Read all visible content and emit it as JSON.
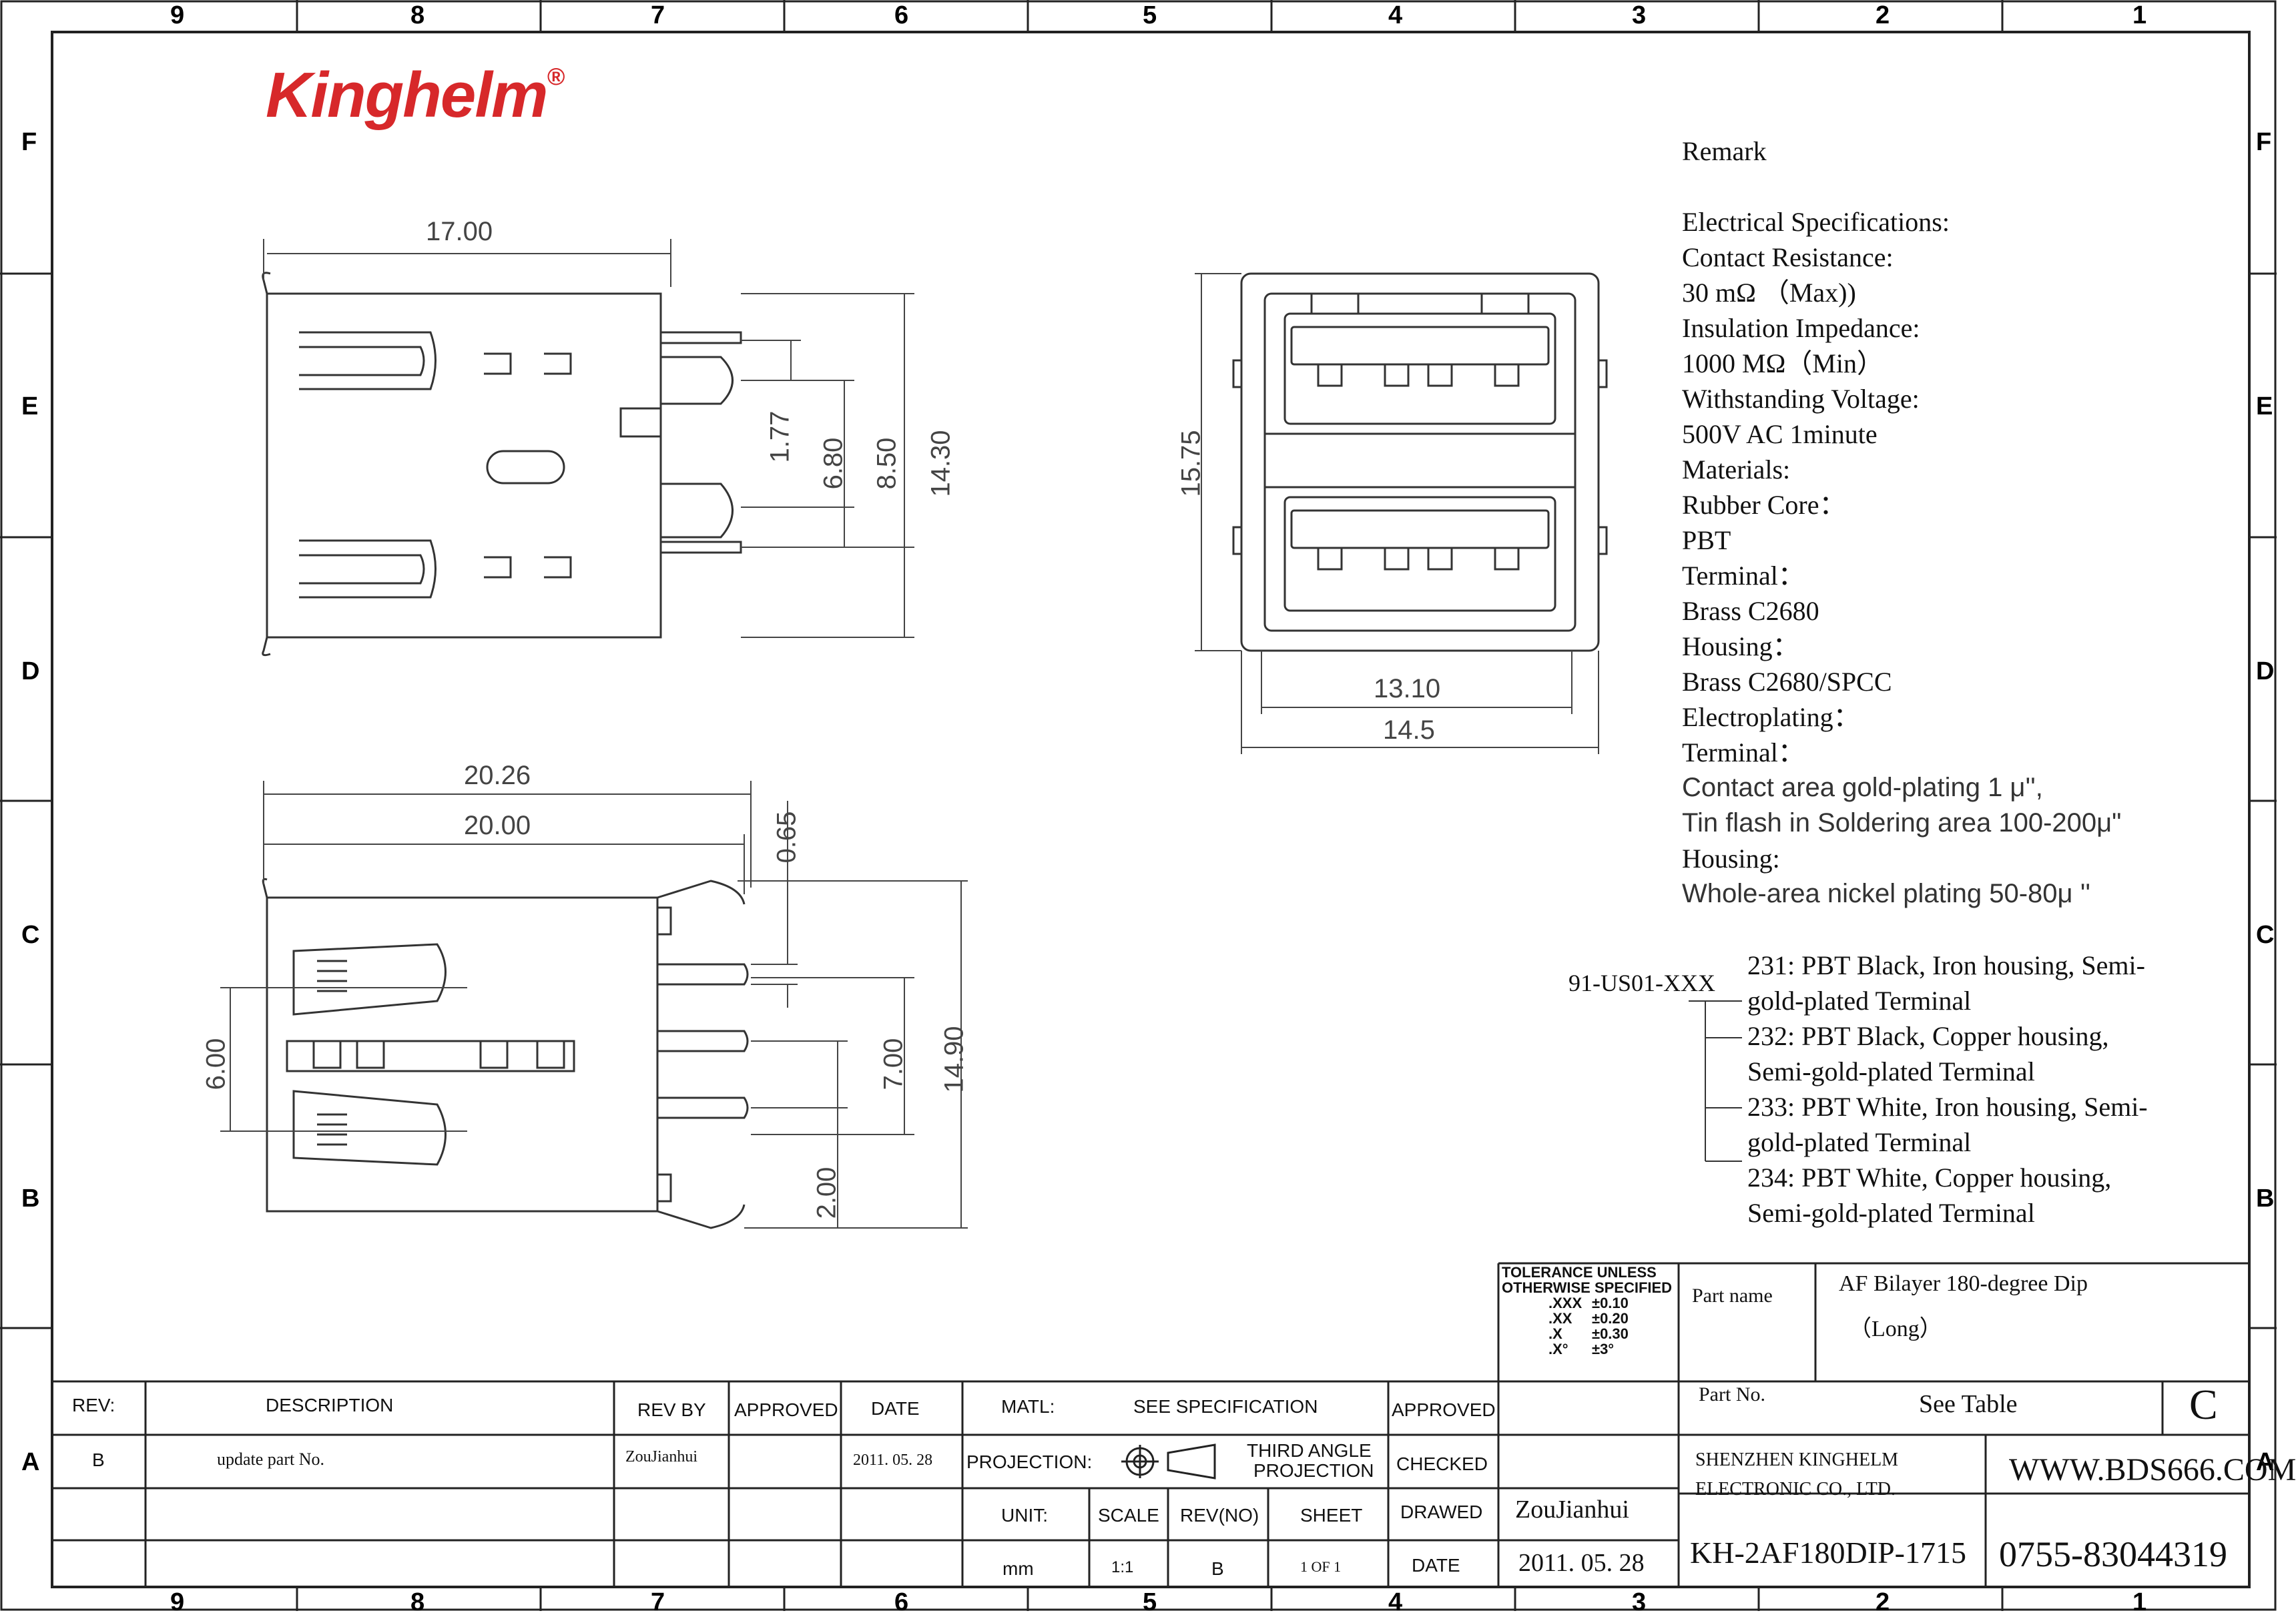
{
  "brand": {
    "logo_text": "Kinghelm",
    "registered_mark": "®",
    "color": "#d7282a"
  },
  "frame": {
    "columns": [
      "9",
      "8",
      "7",
      "6",
      "5",
      "4",
      "3",
      "2",
      "1"
    ],
    "rows": [
      "F",
      "E",
      "D",
      "C",
      "B",
      "A"
    ]
  },
  "top_view_dims": {
    "width": "17.00",
    "d1": "1.77",
    "d2": "6.80",
    "d3": "8.50",
    "d4": "14.30"
  },
  "front_view_dims": {
    "height": "15.75",
    "inner_width": "13.10",
    "outer_width": "14.5"
  },
  "side_view_dims": {
    "w1": "20.26",
    "w2": "20.00",
    "d1": "0.65",
    "d2": "6.00",
    "d3": "7.00",
    "d4": "14.90",
    "d5": "2.00"
  },
  "remark": {
    "title": "Remark",
    "lines": [
      "Electrical Specifications:",
      "Contact Resistance:",
      "30 mΩ （Max))",
      "Insulation Impedance:",
      "1000 MΩ（Min）",
      "Withstanding Voltage:",
      "500V AC 1minute",
      "Materials:",
      "Rubber Core：",
      "PBT",
      "Terminal：",
      "Brass C2680",
      "Housing：",
      "Brass C2680/SPCC",
      "Electroplating：",
      "Terminal："
    ],
    "plating_lines": [
      "Contact area gold-plating 1 μ'',",
      "Tin flash in Soldering area 100-200μ\""
    ],
    "housing_label": "Housing:",
    "housing_plating": "Whole-area nickel plating 50-80μ ''"
  },
  "part_options": {
    "base": "91-US01-XXX",
    "options": [
      [
        "231: PBT Black, Iron housing, Semi-",
        "gold-plated Terminal"
      ],
      [
        "232: PBT Black, Copper housing,",
        "Semi-gold-plated Terminal"
      ],
      [
        "233: PBT White, Iron housing, Semi-",
        "gold-plated Terminal"
      ],
      [
        "234: PBT White, Copper housing,",
        "Semi-gold-plated Terminal"
      ]
    ]
  },
  "tolerance": {
    "header": [
      "TOLERANCE UNLESS",
      "OTHERWISE SPECIFIED"
    ],
    "rows": [
      [
        ".XXX",
        "±0.10"
      ],
      [
        ".XX",
        "±0.20"
      ],
      [
        ".X",
        "±0.30"
      ],
      [
        ".X°",
        "±3°"
      ]
    ]
  },
  "title_block": {
    "part_name_label": "Part name",
    "part_name_value": "AF Bilayer 180-degree Dip",
    "part_name_value2": "（Long）",
    "part_no_label": "Part No.",
    "part_no_value": "See Table",
    "rev_letter": "C",
    "company_line1": "SHENZHEN KINGHELM",
    "company_line2": "ELECTRONIC CO., LTD.",
    "website": "WWW.BDS666.COM",
    "drawing_no": "KH-2AF180DIP-1715",
    "phone": "0755-83044319"
  },
  "rev_table": {
    "headers": {
      "rev": "REV:",
      "description": "DESCRIPTION",
      "rev_by": "REV BY",
      "approved": "APPROVED",
      "date": "DATE",
      "matl": "MATL:",
      "matl_value": "SEE SPECIFICATION",
      "approved2": "APPROVED"
    },
    "row1": {
      "rev": "B",
      "description": "update part No.",
      "rev_by": "ZouJianhui",
      "date": "2011. 05. 28",
      "projection": "PROJECTION:",
      "projection_value_1": "THIRD ANGLE",
      "projection_value_2": "PROJECTION",
      "checked": "CHECKED"
    },
    "row2": {
      "unit": "UNIT:",
      "scale": "SCALE",
      "rev_no": "REV(NO)",
      "sheet": "SHEET",
      "drawed": "DRAWED",
      "drawed_value": "ZouJianhui"
    },
    "row3": {
      "unit_value": "mm",
      "scale_value": "1:1",
      "rev_no_value": "B",
      "sheet_value": "1 OF 1",
      "date_label": "DATE",
      "date_value": "2011. 05. 28"
    }
  }
}
